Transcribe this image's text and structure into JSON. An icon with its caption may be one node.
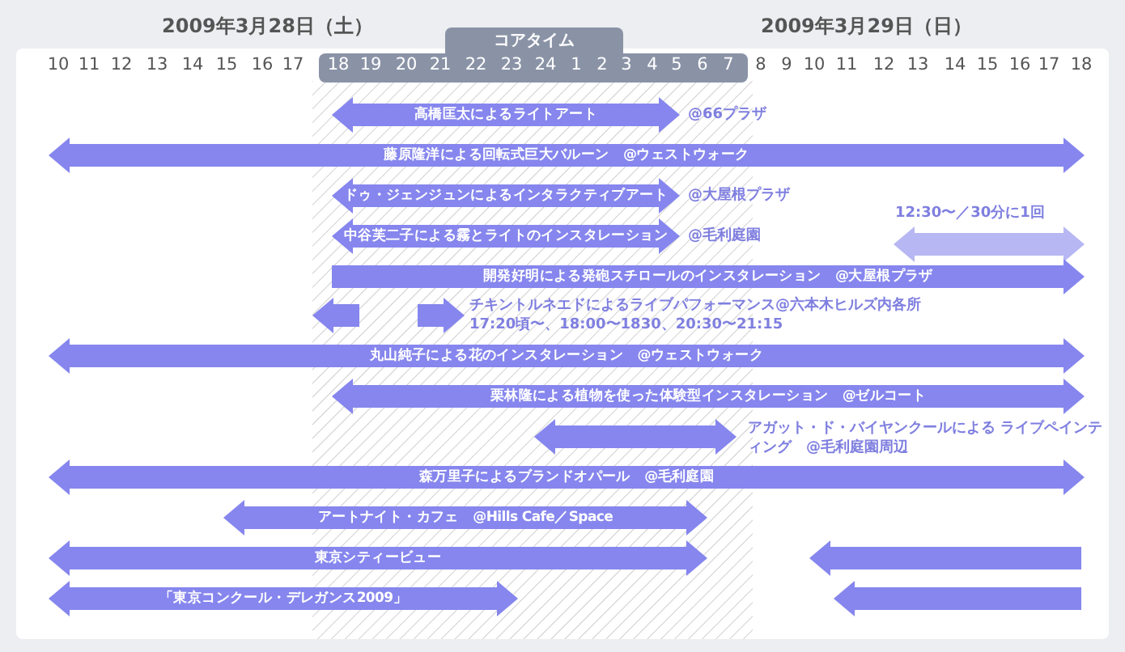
{
  "diagram": {
    "nodes": [
      {
        "text": [
          "高橋匡太によるライトアート"
        ],
        "beside": [
          "@66プラザ"
        ]
      },
      {
        "text": [
          "藤原隆洋による回転式巨大バルーン　@ウェストウォーク"
        ]
      },
      {
        "text": [
          "ドゥ・ジェンジュンによるインタラクティブアート"
        ],
        "beside": [
          "@大屋根プラザ"
        ]
      },
      {
        "text": [
          "中谷芙二子による霧とライトのインスタレーション"
        ],
        "beside": [
          "@毛利庭園"
        ]
      },
      {
        "text": [],
        "shape": "bar",
        "beside": [
          "12:30〜／30分に1回"
        ]
      },
      {
        "text": [
          "開発好明による発砲スチロールのインスタレーション　@大屋根プラザ"
        ]
      },
      {
        "text": [],
        "shape": "bar"
      },
      {
        "text": [],
        "shape": "bar",
        "beside": [
          "チキントルネエドによるライブパフォーマンス@六本木ヒルズ内各所",
          "17:20頃〜、18:00〜1830、20:30〜21:15"
        ]
      },
      {
        "text": [
          "丸山純子による花のインスタレーション　@ウェストウォーク"
        ]
      },
      {
        "text": [
          "栗林隆による植物を使った体験型インスタレーション　@ゼルコート"
        ]
      },
      {
        "text": [],
        "shape": "bar",
        "beside": [
          "アガット・ド・バイヤンクールによる ライブペインティング　@毛利庭園周辺"
        ]
      },
      {
        "text": [
          "森万里子によるブランドオパール　@毛利庭園"
        ]
      },
      {
        "text": [
          "アートナイト・カフェ　@Hills Cafe／Space"
        ]
      },
      {
        "text": [
          "東京シティービュー"
        ]
      },
      {
        "text": [],
        "shape": "bar"
      },
      {
        "text": [
          "「東京コンクール・デレガンス2009」"
        ]
      },
      {
        "text": [],
        "shape": "bar"
      }
    ],
    "labels": [
      "2009年3月28日（土）",
      "2009年3月29日（日）",
      "コアタイム",
      "10",
      "11",
      "12",
      "13",
      "14",
      "15",
      "16",
      "17",
      "18",
      "19",
      "20",
      "21",
      "22",
      "23",
      "24",
      "1",
      "2",
      "3",
      "4",
      "5",
      "6",
      "7",
      "8",
      "9",
      "10",
      "11",
      "12",
      "13",
      "14",
      "15",
      "16",
      "17",
      "18"
    ]
  }
}
